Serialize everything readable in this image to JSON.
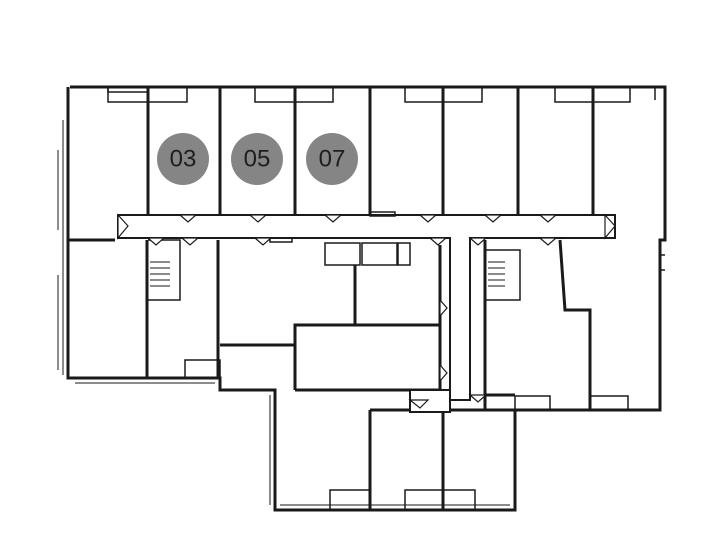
{
  "floorplan": {
    "units": [
      {
        "label": "03",
        "color": "#858585"
      },
      {
        "label": "05",
        "color": "#858585"
      },
      {
        "label": "07",
        "color": "#858585"
      }
    ]
  }
}
